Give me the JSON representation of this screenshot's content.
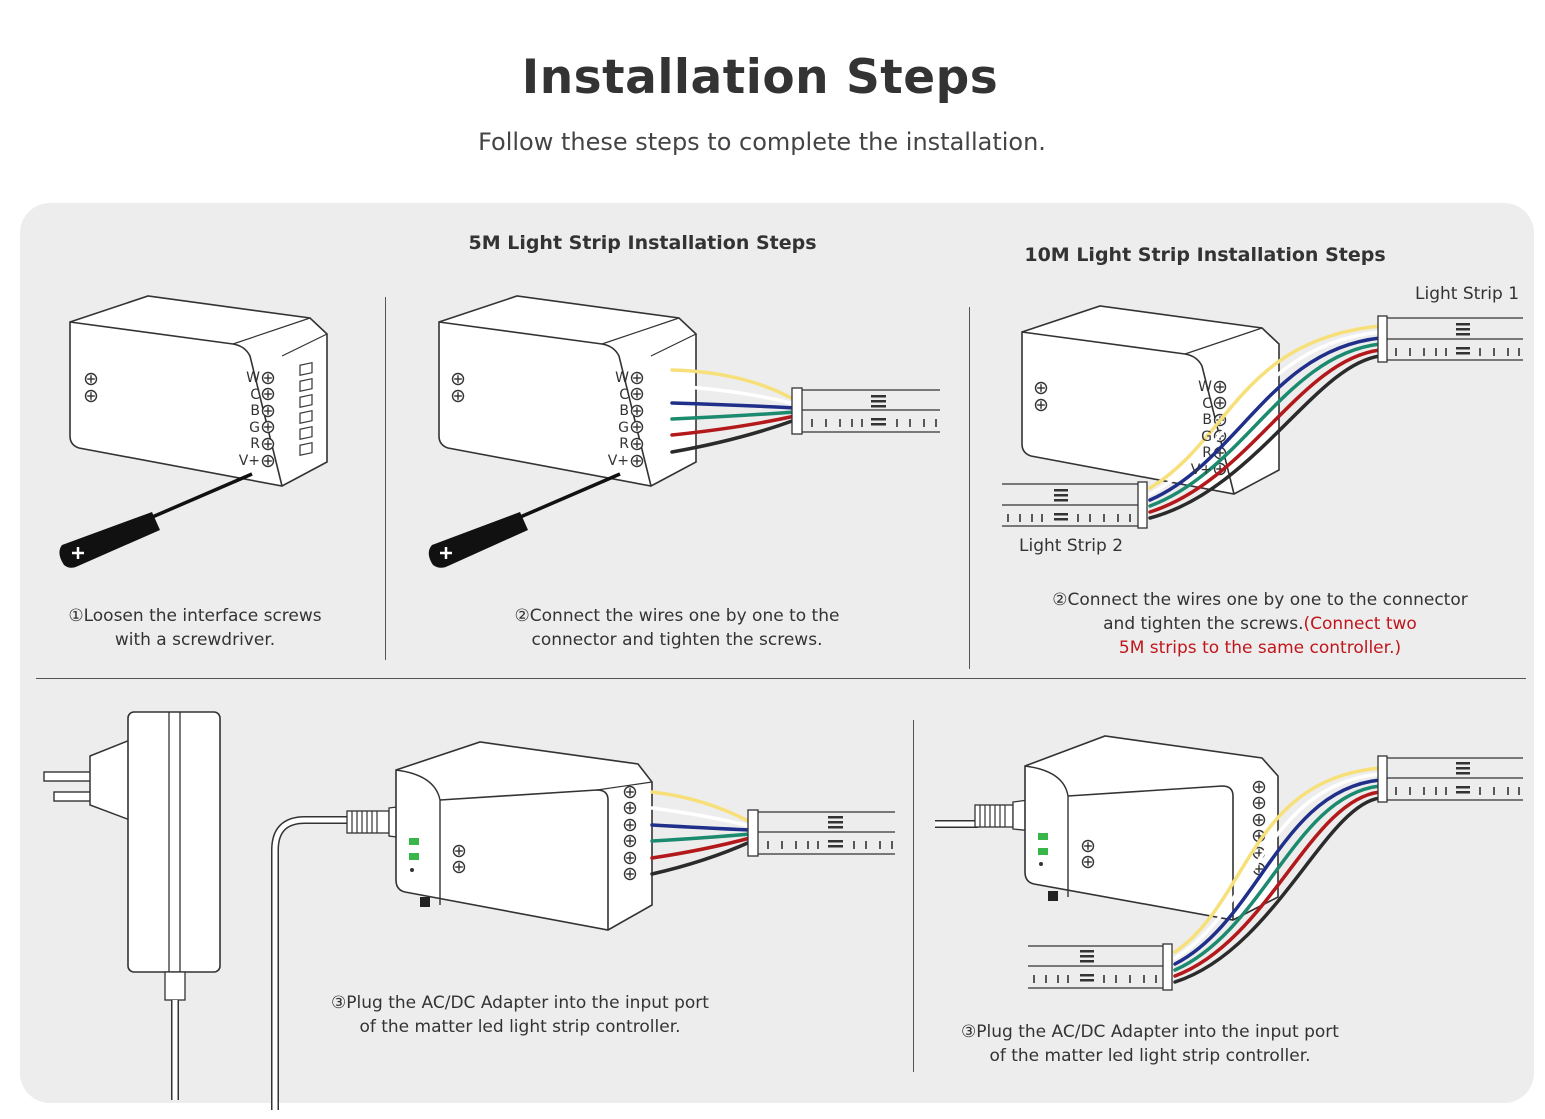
{
  "header": {
    "title": "Installation Steps",
    "subtitle": "Follow these steps to complete the installation."
  },
  "sections": {
    "five_m_title": "5M Light Strip Installation Steps",
    "ten_m_title": "10M Light Strip Installation Steps"
  },
  "terminals": [
    "W",
    "C",
    "B",
    "G",
    "R",
    "V+"
  ],
  "strip_labels": {
    "strip1": "Light Strip 1",
    "strip2": "Light Strip 2"
  },
  "steps": {
    "step1": {
      "line1": "①Loosen the interface screws",
      "line2": "with a screwdriver."
    },
    "step2a": {
      "line1": "②Connect the wires one by one to the",
      "line2": "connector and tighten the screws."
    },
    "step2b": {
      "line1": "②Connect the wires one by one to the connector",
      "line2": "and tighten the screws.",
      "note_part1": "(Connect two",
      "note_part2": "5M strips to the same controller.)"
    },
    "step3a": {
      "line1": "③Plug the AC/DC Adapter into the input port",
      "line2": "of the matter led light strip controller."
    },
    "step3b": {
      "line1": "③Plug the AC/DC Adapter into the input port",
      "line2": "of the matter led light strip controller."
    }
  },
  "icons": {
    "controller": "controller-box-icon",
    "screwdriver": "screwdriver-icon",
    "strip": "led-strip-icon",
    "adapter": "power-adapter-icon",
    "dc_plug": "dc-plug-icon"
  },
  "colors": {
    "panel_bg": "#ededed",
    "wire_white": "#ffffff",
    "wire_yellow": "#f7e07a",
    "wire_blue": "#1f2f8a",
    "wire_green": "#1c8a6e",
    "wire_red": "#b3181b",
    "wire_black": "#2b2b2b",
    "note_red": "#c0161b",
    "led_green": "#39b54a"
  }
}
